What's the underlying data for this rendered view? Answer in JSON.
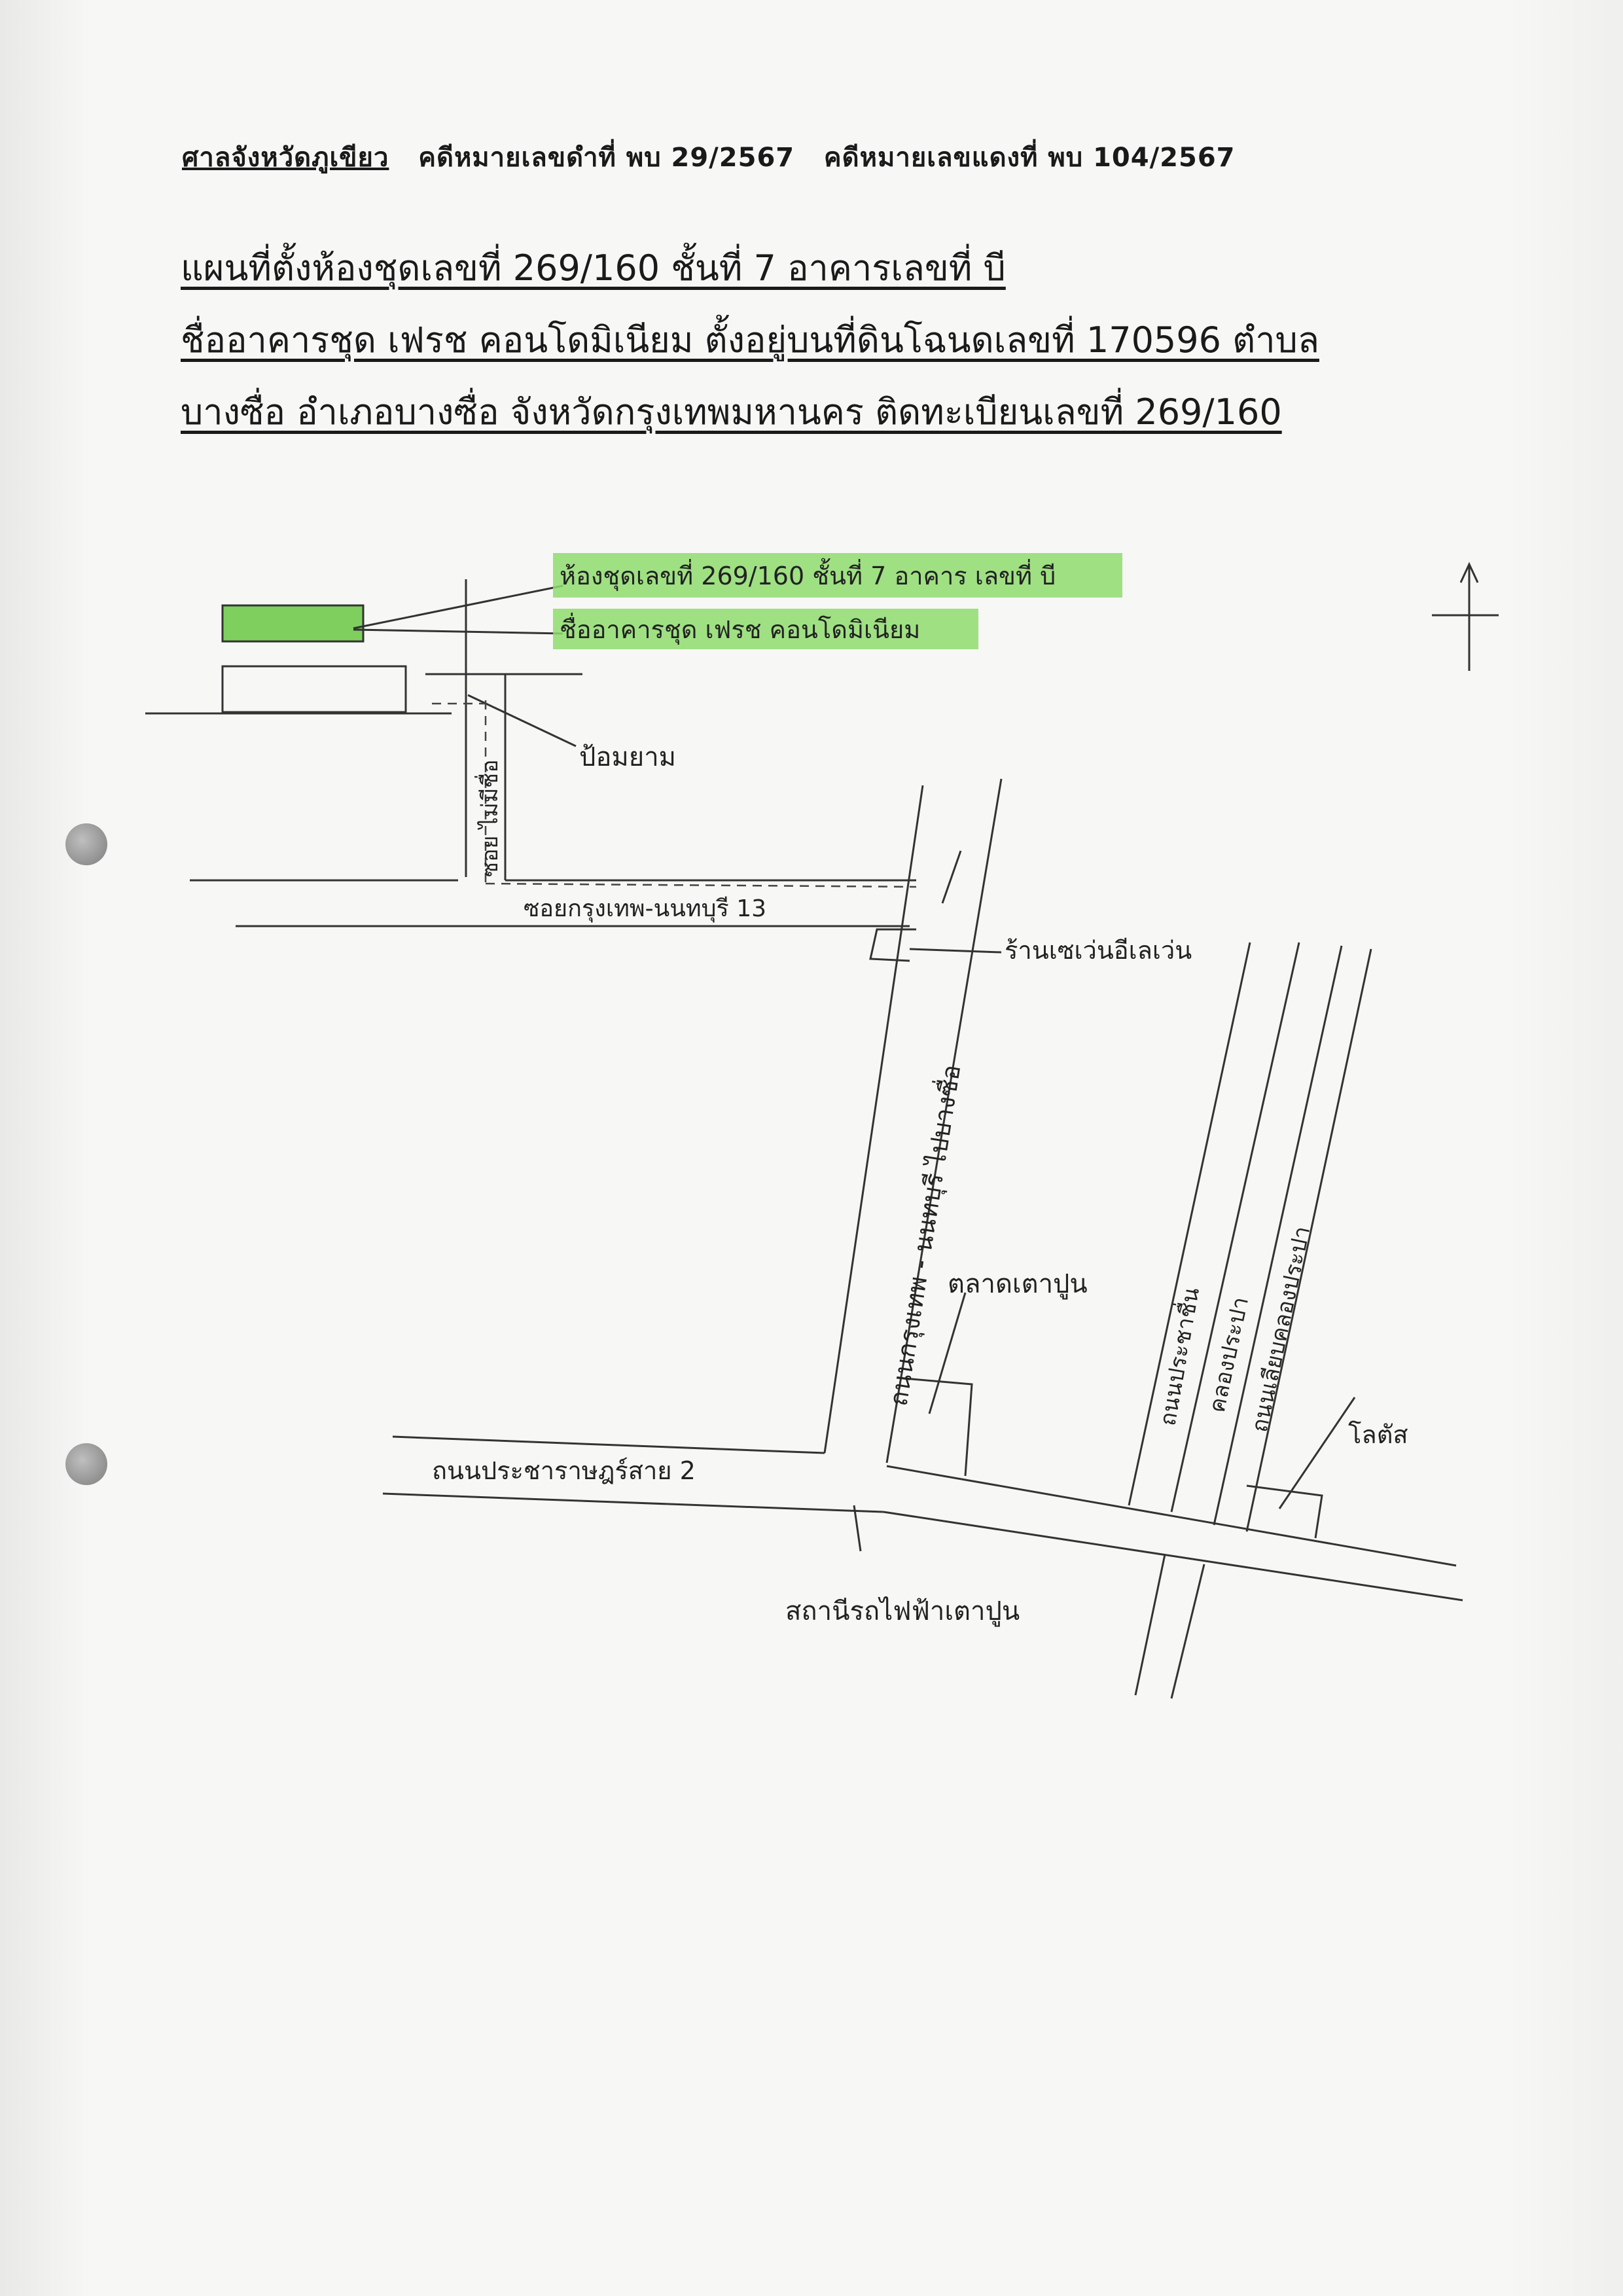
{
  "header": {
    "court": "ศาลจังหวัดภูเขียว",
    "black_case": "คดีหมายเลขดำที่ พบ 29/2567",
    "red_case": "คดีหมายเลขแดงที่ พบ 104/2567"
  },
  "title": {
    "line1": "แผนที่ตั้งห้องชุดเลขที่ 269/160  ชั้นที่ 7  อาคารเลขที่ บี",
    "line2": "ชื่ออาคารชุด เฟรช คอนโดมิเนียม  ตั้งอยู่บนที่ดินโฉนดเลขที่  170596 ตำบล",
    "line3": "บางซื่อ  อำเภอบางซื่อ  จังหวัดกรุงเทพมหานคร  ติดทะเบียนเลขที่ 269/160"
  },
  "map": {
    "highlight_color": "#7fcf5f",
    "unit_label_line1": "ห้องชุดเลขที่ 269/160 ชั้นที่ 7  อาคาร เลขที่ บี",
    "unit_label_line2": "ชื่ออาคารชุด  เฟรช  คอนโดมิเนียม",
    "police_box": "ป้อมยาม",
    "soi_vertical": "ซอย ไม่มีชื่อ",
    "soi_horizontal": "ซอยกรุงเทพ-นนทบุรี  13",
    "seven_eleven": "ร้านเซเว่นอีเลเว่น",
    "road_main": "ถนนกรุงเทพ - นนทบุรี  ไปบางซื่อ",
    "market": "ตลาดเตาปูน",
    "road_pracharat_north": "ถนนประชาชื่น",
    "canal": "คลองประปา",
    "road_canal": "ถนนเลียบคลองประปา",
    "lotus": "โลตัส",
    "road_pracharat_2": "ถนนประชาราษฎร์สาย 2",
    "station": "สถานีรถไฟฟ้าเตาปูน",
    "north_arrow": "north-arrow-icon"
  }
}
